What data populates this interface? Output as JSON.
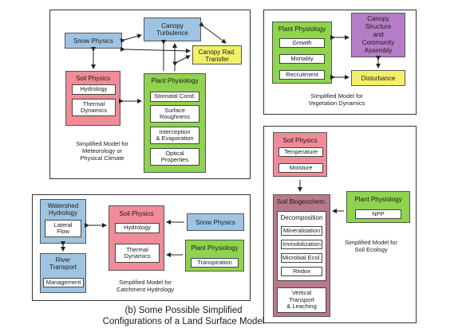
{
  "met": {
    "snow": "Snow Physics",
    "canopy_turb": "Canopy\nTurbulence",
    "canopy_rad": "Canopy Rad.\nTransfer",
    "soil_title": "Soil Physics",
    "soil_items": [
      "Hydrology",
      "Thermal\nDynamics"
    ],
    "plant_title": "Plant Physiology",
    "plant_items": [
      "Stomatal Cond.",
      "Surface\nRoughness",
      "Interception\n& Evaporation",
      "Optical\nProperties"
    ],
    "caption": "Simplified Model for\nMeteorology or\nPhysical Climate"
  },
  "veg": {
    "plant_title": "Plant Physiology",
    "plant_items": [
      "Growth",
      "Mortality",
      "Recruitment"
    ],
    "canopy": "Canopy\nStructure\nand\nCommunity\nAssembly",
    "disturbance": "Disturbance",
    "caption": "Simplified Model for\nVegetation Dynamics"
  },
  "soil": {
    "soil_title": "Soil Physics",
    "soil_items": [
      "Temperature",
      "Moisture"
    ],
    "bgc_title": "Soil Biogeochem.",
    "decomp_title": "Decomposition",
    "decomp_items": [
      "Mineralisation",
      "Immobilization",
      "Microbial Ecol.",
      "Redox"
    ],
    "vertical": "Vertical\nTransport\n& Leaching",
    "plant_title": "Plant Physiology",
    "plant_item": "NPP",
    "caption": "Simplified Model for\nSoil Ecology"
  },
  "catch": {
    "watershed_title": "Watershed\nHydrology",
    "watershed_item": "Lateral\nFlow",
    "river_title": "River\nTransport",
    "river_item": "Management",
    "soil_title": "Soil Physics",
    "soil_items": [
      "Hydrology",
      "Thermal\nDynamics"
    ],
    "snow": "Snow Physics",
    "plant_title": "Plant Physiology",
    "plant_item": "Transpiration",
    "caption": "Simplified Model for\nCatchment Hydrology"
  },
  "figure_caption": "(b) Some Possible Simplified\nConfigurations of a Land Surface Model"
}
